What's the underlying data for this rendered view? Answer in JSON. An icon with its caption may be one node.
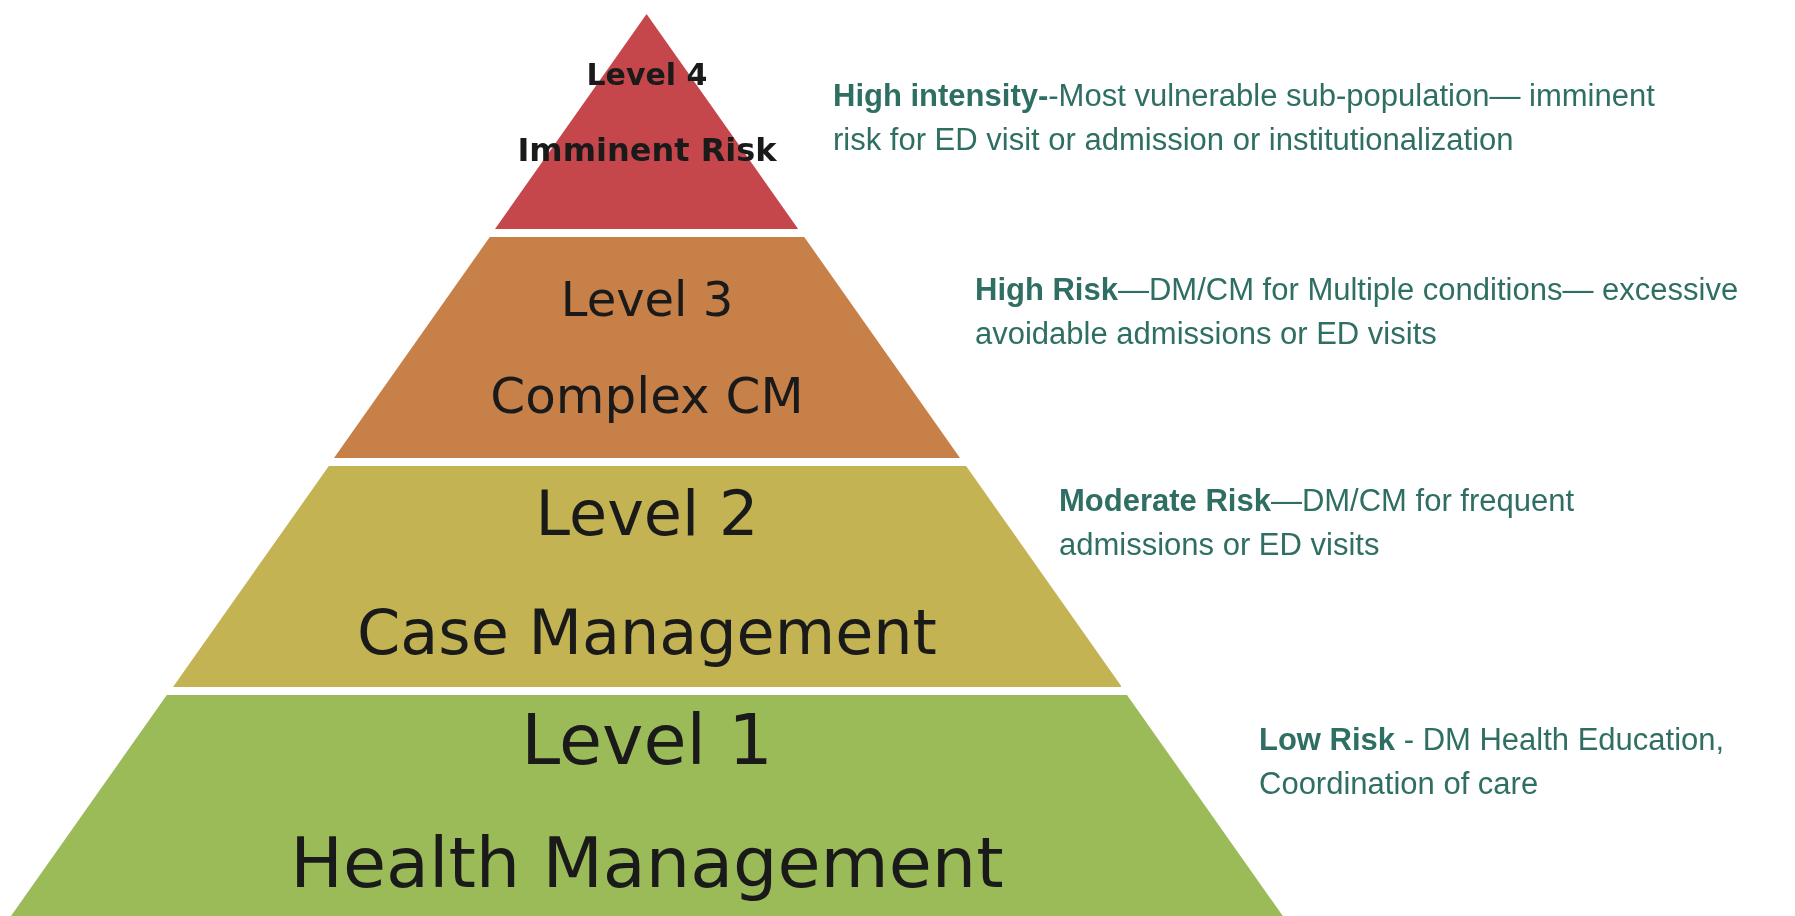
{
  "diagram": {
    "nodes": [
      {
        "text": [
          "Level 4",
          "Imminent Risk"
        ],
        "beside": [
          "**High intensity-**-Most vulnerable sub-population— imminent risk for ED visit or admission or institutionalization"
        ]
      },
      {
        "text": [
          "Level 3",
          "Complex CM"
        ],
        "beside": [
          "**High Risk**—DM/CM for Multiple conditions— excessive avoidable admissions or ED visits"
        ]
      },
      {
        "text": [
          "Level 2",
          "Case Management"
        ],
        "beside": [
          "**Moderate Risk**—DM/CM for frequent admissions or ED visits"
        ]
      },
      {
        "text": [
          "Level 1",
          "Health Management"
        ],
        "beside": [
          "**Low Risk** - DM Health Education, Coordination of care"
        ]
      }
    ]
  }
}
